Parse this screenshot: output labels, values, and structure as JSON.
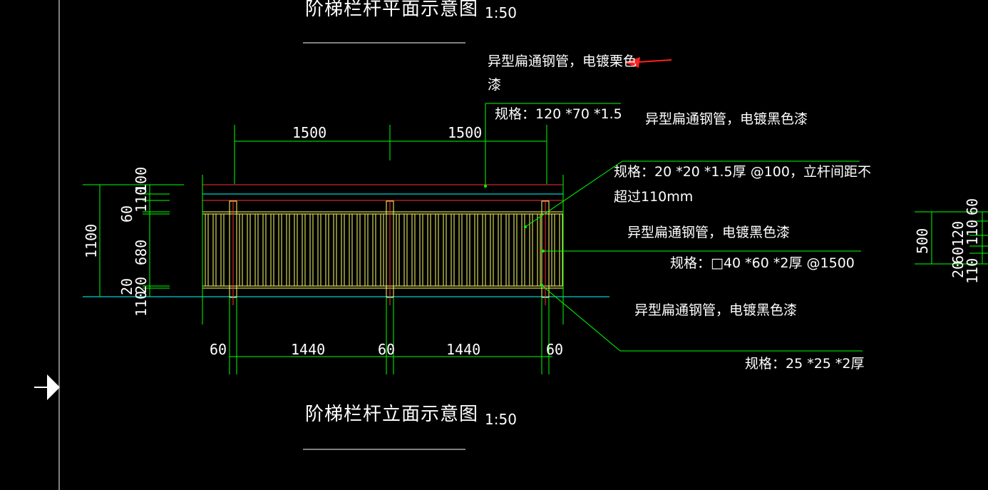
{
  "titles": {
    "plan": "阶梯栏杆平面示意图",
    "plan_scale": "1:50",
    "elevation": "阶梯栏杆立面示意图",
    "elevation_scale": "1:50"
  },
  "notes": {
    "top_rail_line1": "异型扁通钢管，电镀栗色",
    "top_rail_line2": "漆",
    "top_rail_spec": "规格：120 *70 *1.5",
    "bar_desc": "异型扁通钢管，电镀黑色漆",
    "bar_spec_line1": "规格：20 *20 *1.5厚 @100，立杆间距不",
    "bar_spec_line2": "超过110mm",
    "post_desc": "异型扁通钢管，电镀黑色漆",
    "post_spec": "规格：□40 *60 *2厚 @1500",
    "bottom_desc": "异型扁通钢管，电镀黑色漆",
    "bottom_spec": "规格：25 *25 *2厚"
  },
  "dimensions": {
    "top": [
      "1500",
      "1500"
    ],
    "bottom": [
      "60",
      "1440",
      "60",
      "1440",
      "60"
    ],
    "left_overall": "1100",
    "left_parts": [
      "100",
      "110",
      "60",
      "20",
      "680",
      "20",
      "110"
    ],
    "right_overall": "500",
    "right_parts": [
      "60",
      "110",
      "120",
      "60",
      "20",
      "110"
    ]
  },
  "colors": {
    "dim_line": "#00ff00",
    "rail_red": "#ff3030",
    "bar_yellow": "#ffff66",
    "cyan": "#00ffff",
    "arrow": "#ff2020",
    "text": "#ffffff"
  }
}
